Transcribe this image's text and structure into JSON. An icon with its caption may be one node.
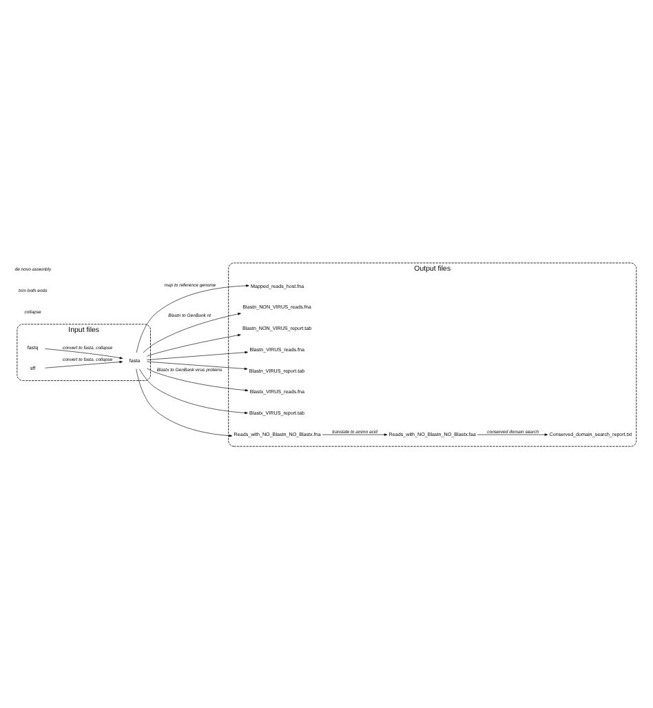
{
  "diagram": {
    "nodes": [
      {
        "text": [
          "Input files"
        ]
      },
      {
        "text": [
          "fasta"
        ],
        "in": 0
      },
      {
        "text": [
          "fastq"
        ],
        "in": 0
      },
      {
        "text": [
          "sff"
        ],
        "in": 0
      },
      {
        "text": [
          "Output files"
        ]
      },
      {
        "text": [
          "Mapped_reads_host.fna"
        ],
        "in": 4
      },
      {
        "text": [
          "Blastn_NON_VIRUS_reads.fna"
        ],
        "in": 4
      },
      {
        "text": [
          "Blastn_NON_VIRUS_report.tab"
        ],
        "in": 4
      },
      {
        "text": [
          "Blastn_VIRUS_reads.fna"
        ],
        "in": 4
      },
      {
        "text": [
          "Blastn_VIRUS_report.tab"
        ],
        "in": 4
      },
      {
        "text": [
          "Blastx_VIRUS_reads.fna"
        ],
        "in": 4
      },
      {
        "text": [
          "Blastx_VIRUS_report.tab"
        ],
        "in": 4
      },
      {
        "text": [
          "Reads_with_NO_Blastn_NO_Blastx.fna"
        ],
        "in": 4
      },
      {
        "text": [
          "Reads_with_NO_Blastn_NO_Blastx.faa"
        ],
        "in": 4
      },
      {
        "text": [
          "Conserved_domain_search_report.txt"
        ],
        "in": 4
      }
    ],
    "edges": [
      {
        "from": 2,
        "to": 1,
        "arrow": "to",
        "label": "convert to fasta, collapse"
      },
      {
        "from": 3,
        "to": 1,
        "arrow": "to",
        "label": "convert to fasta, collapse"
      },
      {
        "from": 1,
        "to": 5,
        "arrow": "to",
        "label": "map to reference genome"
      },
      {
        "from": 1,
        "to": 6,
        "arrow": "to",
        "label": "Blastn to GenBank nt"
      },
      {
        "from": 1,
        "to": 7,
        "arrow": "to"
      },
      {
        "from": 1,
        "to": 8,
        "arrow": "to"
      },
      {
        "from": 1,
        "to": 9,
        "arrow": "to"
      },
      {
        "from": 1,
        "to": 10,
        "arrow": "to",
        "label": "Blastx to GenBank virus proteins"
      },
      {
        "from": 1,
        "to": 11,
        "arrow": "to"
      },
      {
        "from": 1,
        "to": 12,
        "arrow": "to"
      },
      {
        "from": 12,
        "to": 13,
        "arrow": "to",
        "label": "translate to amino acid"
      },
      {
        "from": 13,
        "to": 14,
        "arrow": "to",
        "label": "conserved domain search"
      }
    ],
    "labels": [
      "collapse",
      "trim both ends",
      "de novo assembly"
    ]
  }
}
